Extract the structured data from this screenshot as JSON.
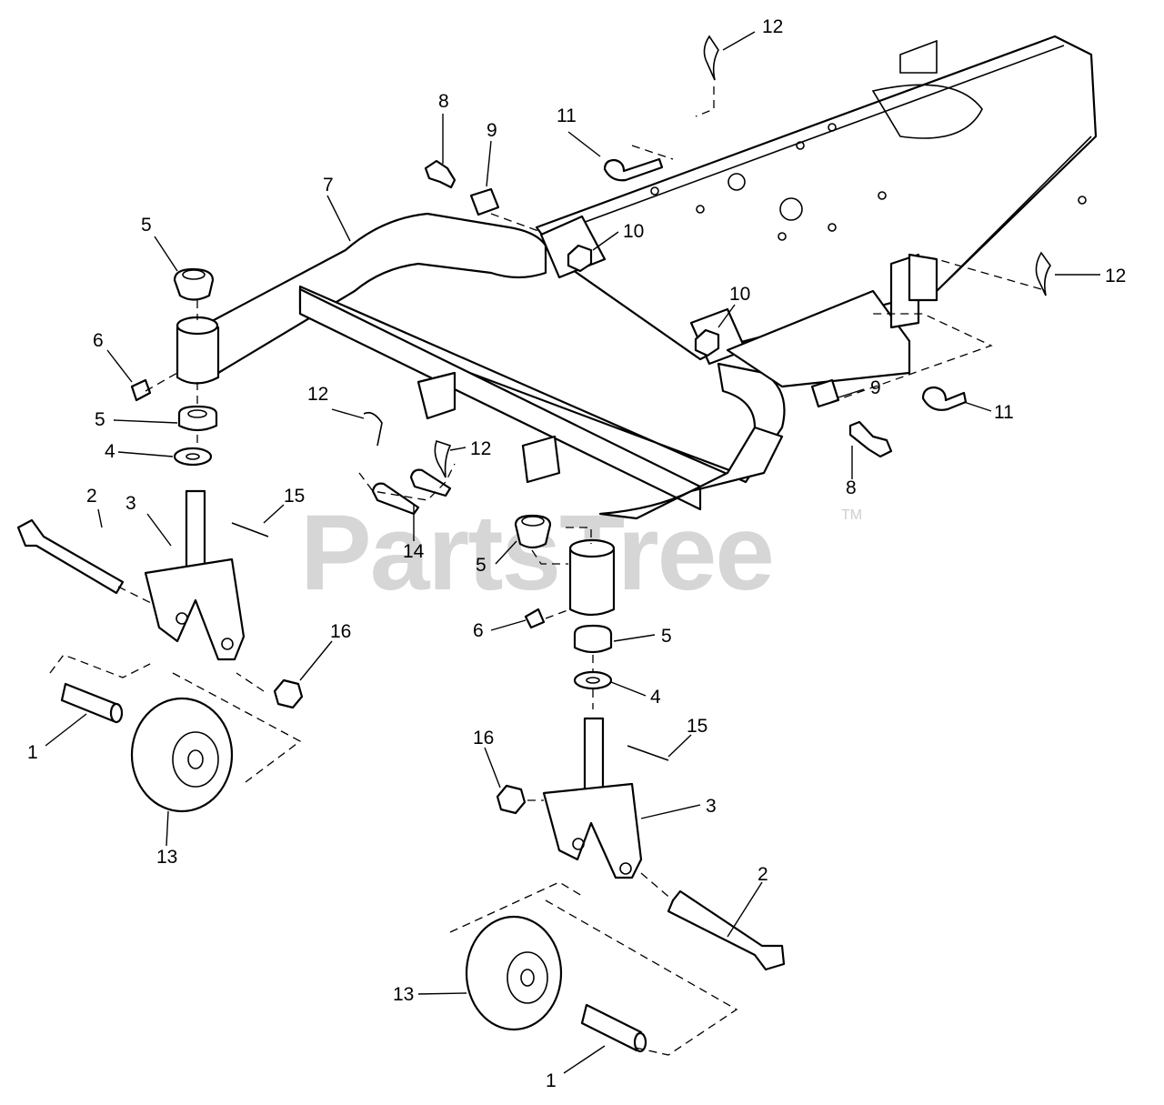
{
  "watermark": {
    "text": "PartsTree",
    "tm": "TM"
  },
  "callouts": {
    "c1a": "1",
    "c1b": "1",
    "c2a": "2",
    "c2b": "2",
    "c3a": "3",
    "c3b": "3",
    "c4a": "4",
    "c4b": "4",
    "c5a": "5",
    "c5b": "5",
    "c5c": "5",
    "c5d": "5",
    "c6a": "6",
    "c6b": "6",
    "c7": "7",
    "c8a": "8",
    "c8b": "8",
    "c9a": "9",
    "c9b": "9",
    "c10a": "10",
    "c10b": "10",
    "c11a": "11",
    "c11b": "11",
    "c12a": "12",
    "c12b": "12",
    "c12c": "12",
    "c12d": "12",
    "c13a": "13",
    "c13b": "13",
    "c14": "14",
    "c15a": "15",
    "c15b": "15",
    "c16a": "16",
    "c16b": "16"
  }
}
